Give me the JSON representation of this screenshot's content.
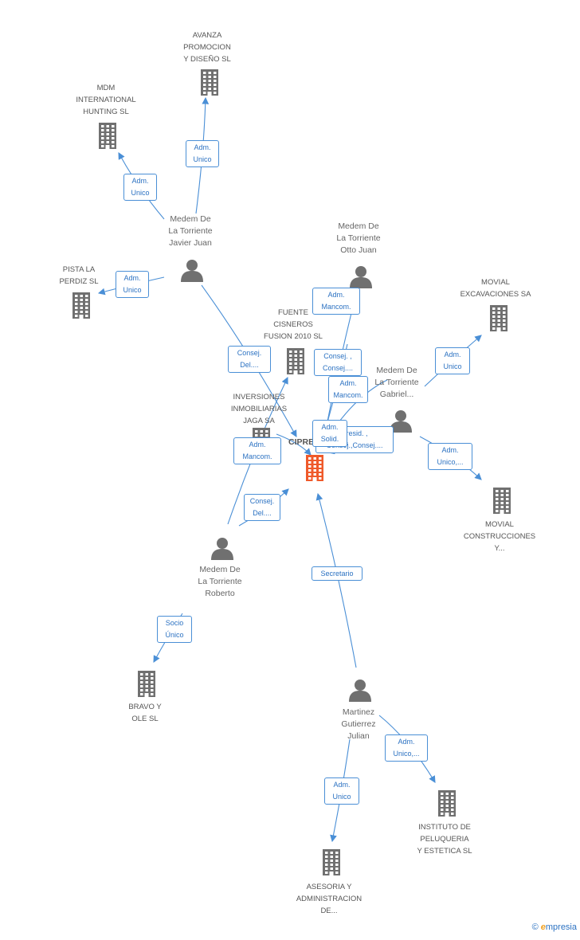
{
  "colors": {
    "edge": "#4a8fd6",
    "label_border": "#4a8fd6",
    "label_text": "#2c72c2",
    "node_icon": "#707070",
    "focus_icon": "#ef5a2b"
  },
  "nodes": [
    {
      "id": "avanza",
      "type": "company",
      "label": "AVANZA\nPROMOCION\nY DISEÑO SL",
      "icon": "building-icon"
    },
    {
      "id": "mdm",
      "type": "company",
      "label": "MDM\nINTERNATIONAL\nHUNTING SL",
      "icon": "building-icon"
    },
    {
      "id": "javier",
      "type": "person",
      "label": "Medem De\nLa Torriente\nJavier Juan",
      "icon": "person-icon"
    },
    {
      "id": "pista",
      "type": "company",
      "label": "PISTA LA\nPERDIZ SL",
      "icon": "building-icon"
    },
    {
      "id": "otto",
      "type": "person",
      "label": "Medem De\nLa Torriente\nOtto Juan",
      "icon": "person-icon"
    },
    {
      "id": "fuente",
      "type": "company",
      "label": "FUENTE\nCISNEROS\nFUSION 2010 SL",
      "icon": "building-icon"
    },
    {
      "id": "movial_exc",
      "type": "company",
      "label": "MOVIAL\nEXCAVACIONES SA",
      "icon": "building-icon"
    },
    {
      "id": "gabriel",
      "type": "person",
      "label": "Medem De\nLa Torriente\nGabriel...",
      "icon": "person-icon"
    },
    {
      "id": "inversiones",
      "type": "company",
      "label": "INVERSIONES\nINMOBILIARIAS\nJAGA SA",
      "icon": "building-icon"
    },
    {
      "id": "focus",
      "type": "focus",
      "label": "CIPRE",
      "icon": "building-icon"
    },
    {
      "id": "movial_con",
      "type": "company",
      "label": "MOVIAL\nCONSTRUCCIONES\nY...",
      "icon": "building-icon"
    },
    {
      "id": "roberto",
      "type": "person",
      "label": "Medem De\nLa Torriente\nRoberto",
      "icon": "person-icon"
    },
    {
      "id": "bravo",
      "type": "company",
      "label": "BRAVO Y\nOLE  SL",
      "icon": "building-icon"
    },
    {
      "id": "martinez",
      "type": "person",
      "label": "Martinez\nGutierrez\nJulian",
      "icon": "person-icon"
    },
    {
      "id": "instituto",
      "type": "company",
      "label": "INSTITUTO DE\nPELUQUERIA\nY ESTETICA SL",
      "icon": "building-icon"
    },
    {
      "id": "asesoria",
      "type": "company",
      "label": "ASESORIA Y\nADMINISTRACION\nDE...",
      "icon": "building-icon"
    }
  ],
  "relations": [
    {
      "from": "javier",
      "to": "avanza",
      "label": "Adm.\nUnico"
    },
    {
      "from": "javier",
      "to": "mdm",
      "label": "Adm.\nUnico"
    },
    {
      "from": "javier",
      "to": "pista",
      "label": "Adm.\nUnico"
    },
    {
      "from": "javier",
      "to": "focus",
      "label": "Consej.\nDel...."
    },
    {
      "from": "otto",
      "to": "focus",
      "label": "Adm.\nMancom."
    },
    {
      "from": "otto",
      "to": "focus",
      "label": "Consej. ,\nConsej...."
    },
    {
      "from": "gabriel",
      "to": "focus",
      "label": "Adm.\nMancom."
    },
    {
      "from": "gabriel",
      "to": "focus",
      "label": "Presid. ,\nConsej.,Consej...."
    },
    {
      "from": "gabriel",
      "to": "movial_exc",
      "label": "Adm.\nUnico"
    },
    {
      "from": "gabriel",
      "to": "movial_con",
      "label": "Adm.\nUnico,..."
    },
    {
      "from": "inversiones",
      "to": "focus",
      "label": "Adm.\nSolid."
    },
    {
      "from": "roberto",
      "to": "fuente",
      "label": "Adm.\nMancom."
    },
    {
      "from": "roberto",
      "to": "focus",
      "label": "Consej.\nDel...."
    },
    {
      "from": "roberto",
      "to": "bravo",
      "label": "Socio\nÚnico"
    },
    {
      "from": "martinez",
      "to": "focus",
      "label": "Secretario"
    },
    {
      "from": "martinez",
      "to": "instituto",
      "label": "Adm.\nUnico,..."
    },
    {
      "from": "martinez",
      "to": "asesoria",
      "label": "Adm.\nUnico"
    }
  ],
  "brand": {
    "copyright": "©",
    "text": "mpresia",
    "initial": "e"
  }
}
